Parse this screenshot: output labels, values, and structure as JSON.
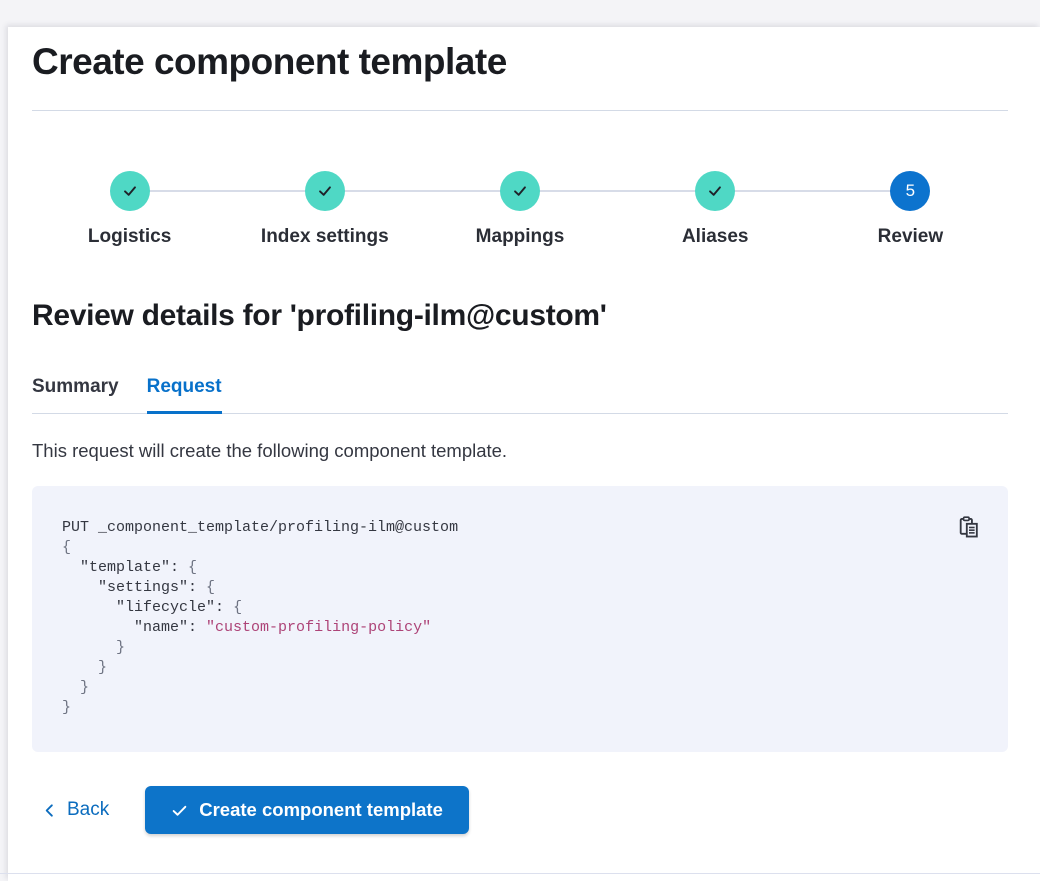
{
  "page": {
    "title": "Create component template"
  },
  "stepper": {
    "steps": [
      {
        "label": "Logistics",
        "status": "complete"
      },
      {
        "label": "Index settings",
        "status": "complete"
      },
      {
        "label": "Mappings",
        "status": "complete"
      },
      {
        "label": "Aliases",
        "status": "complete"
      },
      {
        "label": "Review",
        "status": "current",
        "number": "5"
      }
    ]
  },
  "review": {
    "heading": "Review details for 'profiling-ilm@custom'",
    "tabs": [
      {
        "label": "Summary",
        "active": false
      },
      {
        "label": "Request",
        "active": true
      }
    ],
    "description": "This request will create the following component template.",
    "code": {
      "copy_icon": "copy-clipboard-icon",
      "lines": [
        [
          [
            "plain",
            "PUT _component_template/profiling-ilm@custom"
          ]
        ],
        [
          [
            "punct",
            "{"
          ]
        ],
        [
          [
            "plain",
            "  "
          ],
          [
            "key",
            "\"template\""
          ],
          [
            "plain",
            ": "
          ],
          [
            "punct",
            "{"
          ]
        ],
        [
          [
            "plain",
            "    "
          ],
          [
            "key",
            "\"settings\""
          ],
          [
            "plain",
            ": "
          ],
          [
            "punct",
            "{"
          ]
        ],
        [
          [
            "plain",
            "      "
          ],
          [
            "key",
            "\"lifecycle\""
          ],
          [
            "plain",
            ": "
          ],
          [
            "punct",
            "{"
          ]
        ],
        [
          [
            "plain",
            "        "
          ],
          [
            "key",
            "\"name\""
          ],
          [
            "plain",
            ": "
          ],
          [
            "string",
            "\"custom-profiling-policy\""
          ]
        ],
        [
          [
            "punct",
            "      }"
          ]
        ],
        [
          [
            "punct",
            "    }"
          ]
        ],
        [
          [
            "punct",
            "  }"
          ]
        ],
        [
          [
            "punct",
            "}"
          ]
        ]
      ]
    }
  },
  "footer": {
    "back_label": "Back",
    "create_label": "Create component template"
  },
  "colors": {
    "accent_blue": "#0871ca",
    "button_blue": "#0d74c9",
    "step_complete_teal": "#4fd8c5",
    "step_current_blue": "#0c73ce",
    "code_background": "#f1f3fb",
    "code_string": "#ad4377",
    "divider": "#d3dae6",
    "text_dark": "#343741"
  }
}
